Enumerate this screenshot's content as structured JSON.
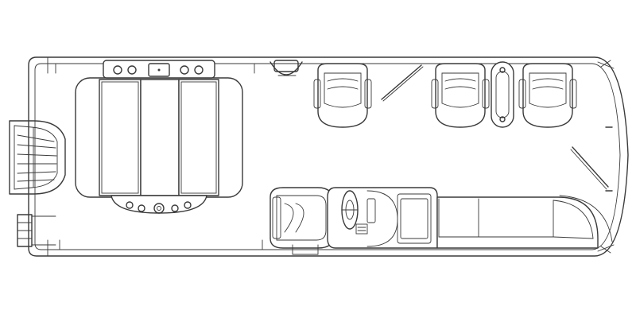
{
  "diagram": {
    "kind": "pontoon boat floor plan (top view)",
    "line_color": "#3a3a3a",
    "background": "#ffffff",
    "components": {
      "hull": "hull-outline",
      "bow_rail": "bow-gate-rail",
      "stern_lounge": "stern-u-lounge",
      "stern_ladder": "boarding-ladder",
      "swim_platform": "swim-platform",
      "captains_chair": "captains-chair",
      "helm_console": "helm-console",
      "steering_wheel": "steering-wheel",
      "side_lounge": "l-shaped-lounge",
      "swivel_chairs": [
        "swivel-chair-1",
        "swivel-chair-2",
        "swivel-chair-3"
      ],
      "table": "pedestal-table",
      "cup_holders": "cup-holders",
      "cooler": "storage-cooler"
    }
  }
}
